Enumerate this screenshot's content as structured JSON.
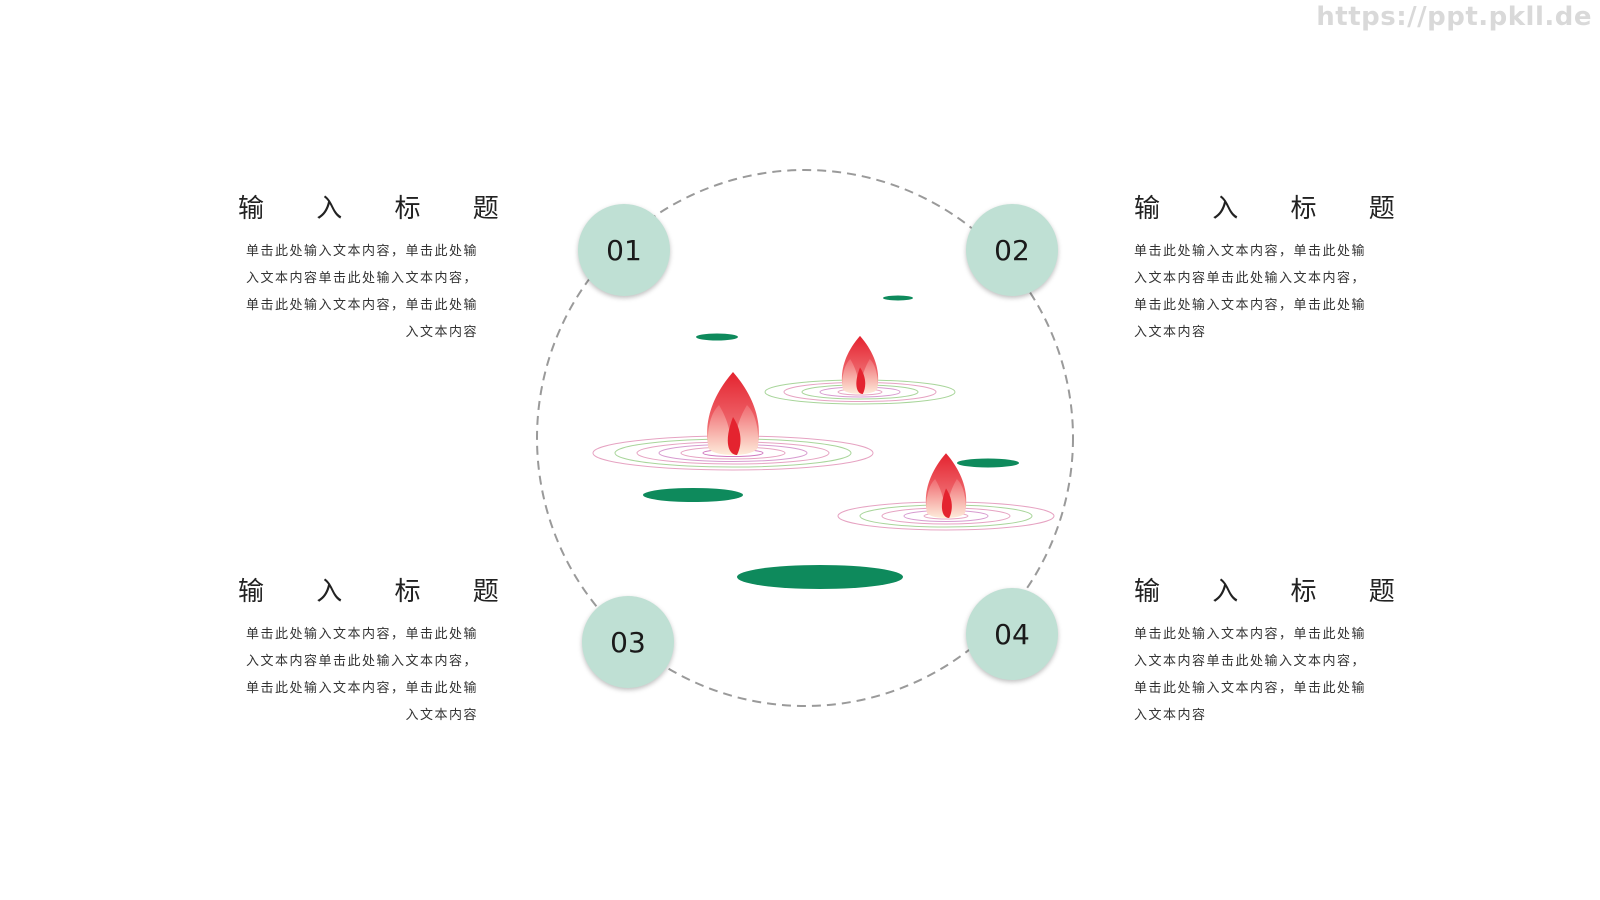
{
  "watermark": "https://ppt.pkll.de",
  "items": [
    {
      "number": "01",
      "title": "输 入 标 题",
      "body": "单击此处输入文本内容，单击此处输入文本内容单击此处输入文本内容，单击此处输入文本内容，单击此处输入文本内容"
    },
    {
      "number": "02",
      "title": "输 入 标 题",
      "body": "单击此处输入文本内容，单击此处输入文本内容单击此处输入文本内容，单击此处输入文本内容，单击此处输入文本内容"
    },
    {
      "number": "03",
      "title": "输 入 标 题",
      "body": "单击此处输入文本内容，单击此处输入文本内容单击此处输入文本内容，单击此处输入文本内容，单击此处输入文本内容"
    },
    {
      "number": "04",
      "title": "输 入 标 题",
      "body": "单击此处输入文本内容，单击此处输入文本内容单击此处输入文本内容，单击此处输入文本内容，单击此处输入文本内容"
    }
  ],
  "colors": {
    "badge": "#bfe0d4",
    "leaf": "#0e8a5c",
    "lotus": "#e8414d",
    "ring_pink": "#e6a3c2",
    "ring_green": "#a8d59a",
    "dash": "#9a9a9a"
  },
  "icons": [
    "lotus-bud-icon",
    "lily-pad-icon",
    "water-ripple-icon"
  ]
}
